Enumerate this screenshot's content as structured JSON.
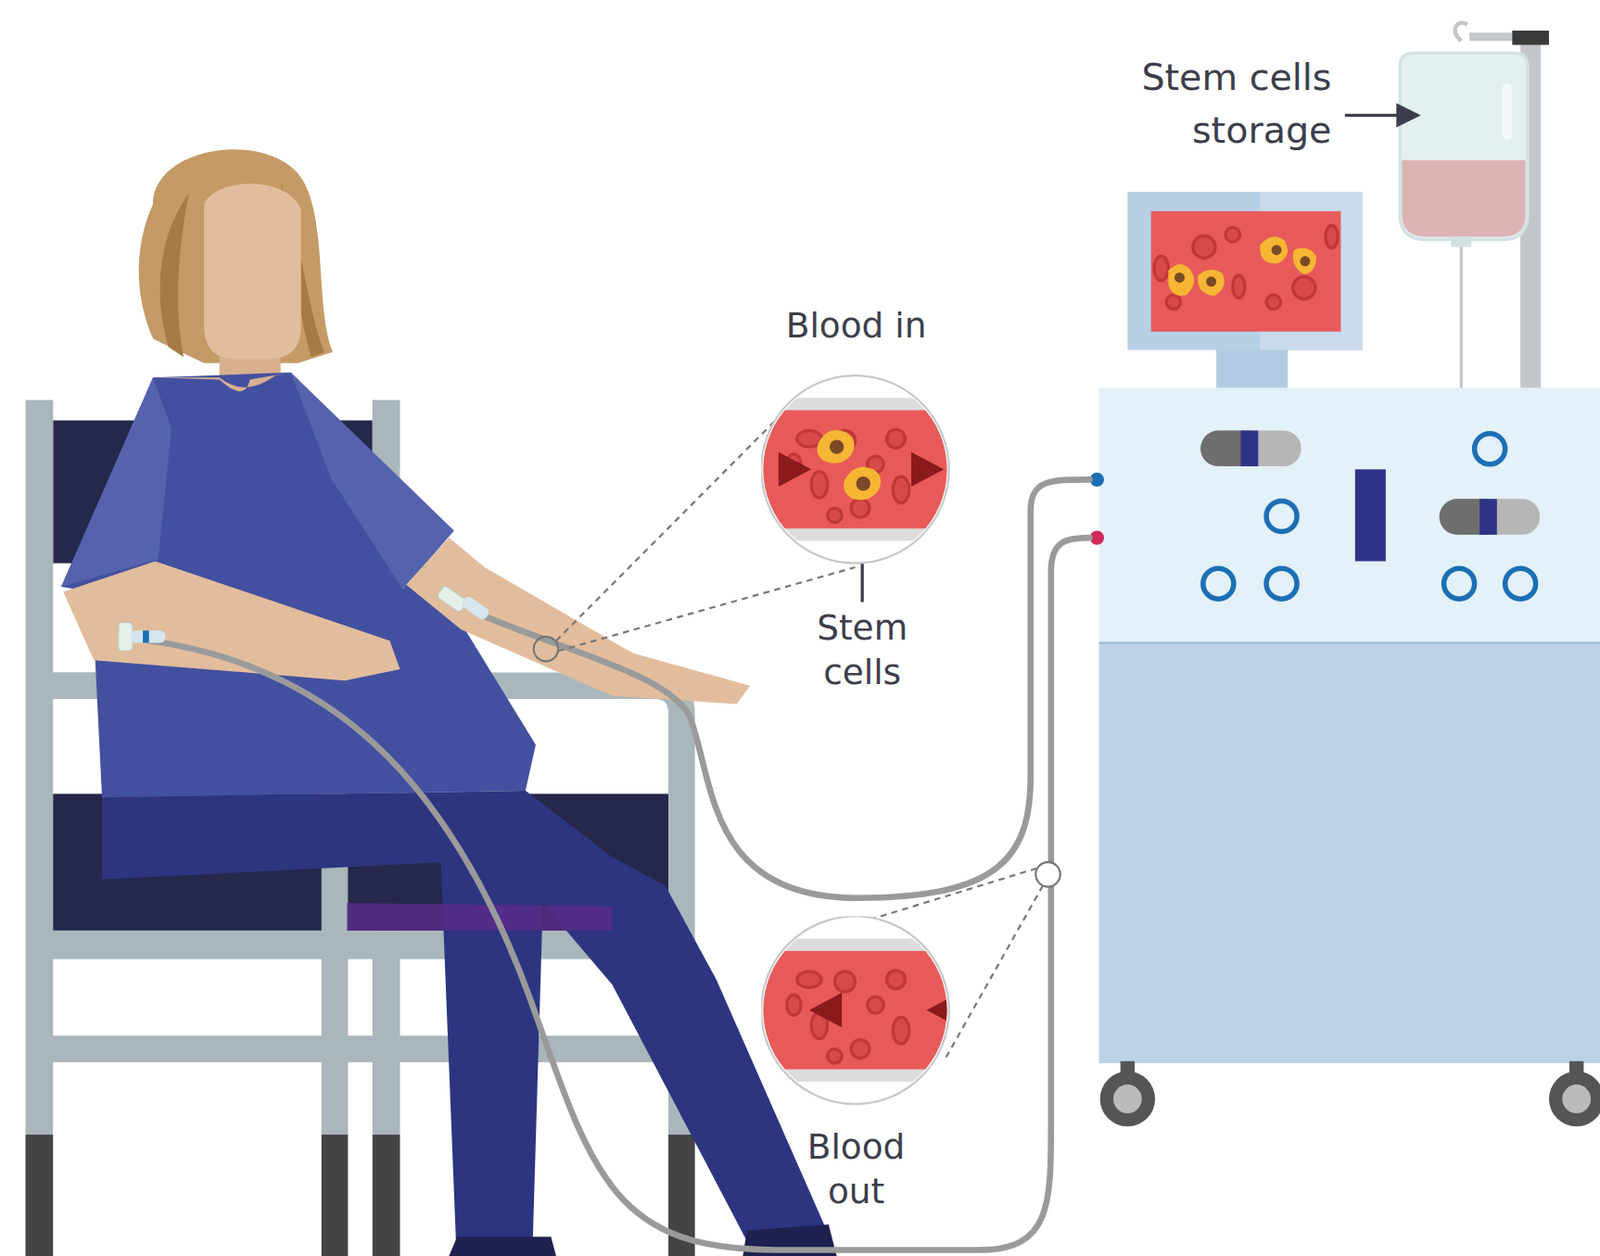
{
  "diagram": {
    "nodes": [
      {
        "text": [
          "Blood in"
        ]
      },
      {
        "text": [
          "Blood out"
        ]
      }
    ],
    "labels": [
      "Stem cells storage",
      "Stem cells"
    ]
  }
}
